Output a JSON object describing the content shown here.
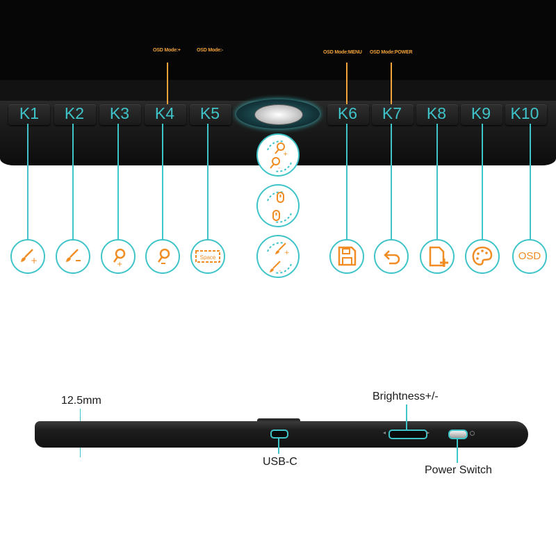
{
  "colors": {
    "accent": "#3fc4c9",
    "icon_orange": "#f08c22",
    "osd_label": "#f2a33a",
    "device_body": "#1a1a1a"
  },
  "top_view": {
    "osd_labels": {
      "k4": "OSD Mode:+",
      "k5": "OSD Mode:-",
      "k6": "OSD Mode:MENU",
      "k7": "OSD Mode:POWER"
    },
    "keys": [
      {
        "label": "K1",
        "icon": "brush-plus-icon"
      },
      {
        "label": "K2",
        "icon": "brush-minus-icon"
      },
      {
        "label": "K3",
        "icon": "zoom-in-icon"
      },
      {
        "label": "K4",
        "icon": "zoom-out-icon"
      },
      {
        "label": "K5",
        "icon": "space-key-icon",
        "icon_text": "Space"
      },
      {
        "label": "K6",
        "icon": "save-icon"
      },
      {
        "label": "K7",
        "icon": "undo-icon"
      },
      {
        "label": "K8",
        "icon": "new-document-icon"
      },
      {
        "label": "K9",
        "icon": "palette-icon"
      },
      {
        "label": "K10",
        "icon": "osd-icon",
        "icon_text": "OSD"
      }
    ],
    "dial_functions": [
      "zoom-rotate-icon",
      "scroll-rotate-icon",
      "brush-size-rotate-icon"
    ]
  },
  "side_view": {
    "thickness": "12.5mm",
    "usb_label": "USB-C",
    "brightness_label": "Brightness+/-",
    "power_label": "Power Switch"
  }
}
